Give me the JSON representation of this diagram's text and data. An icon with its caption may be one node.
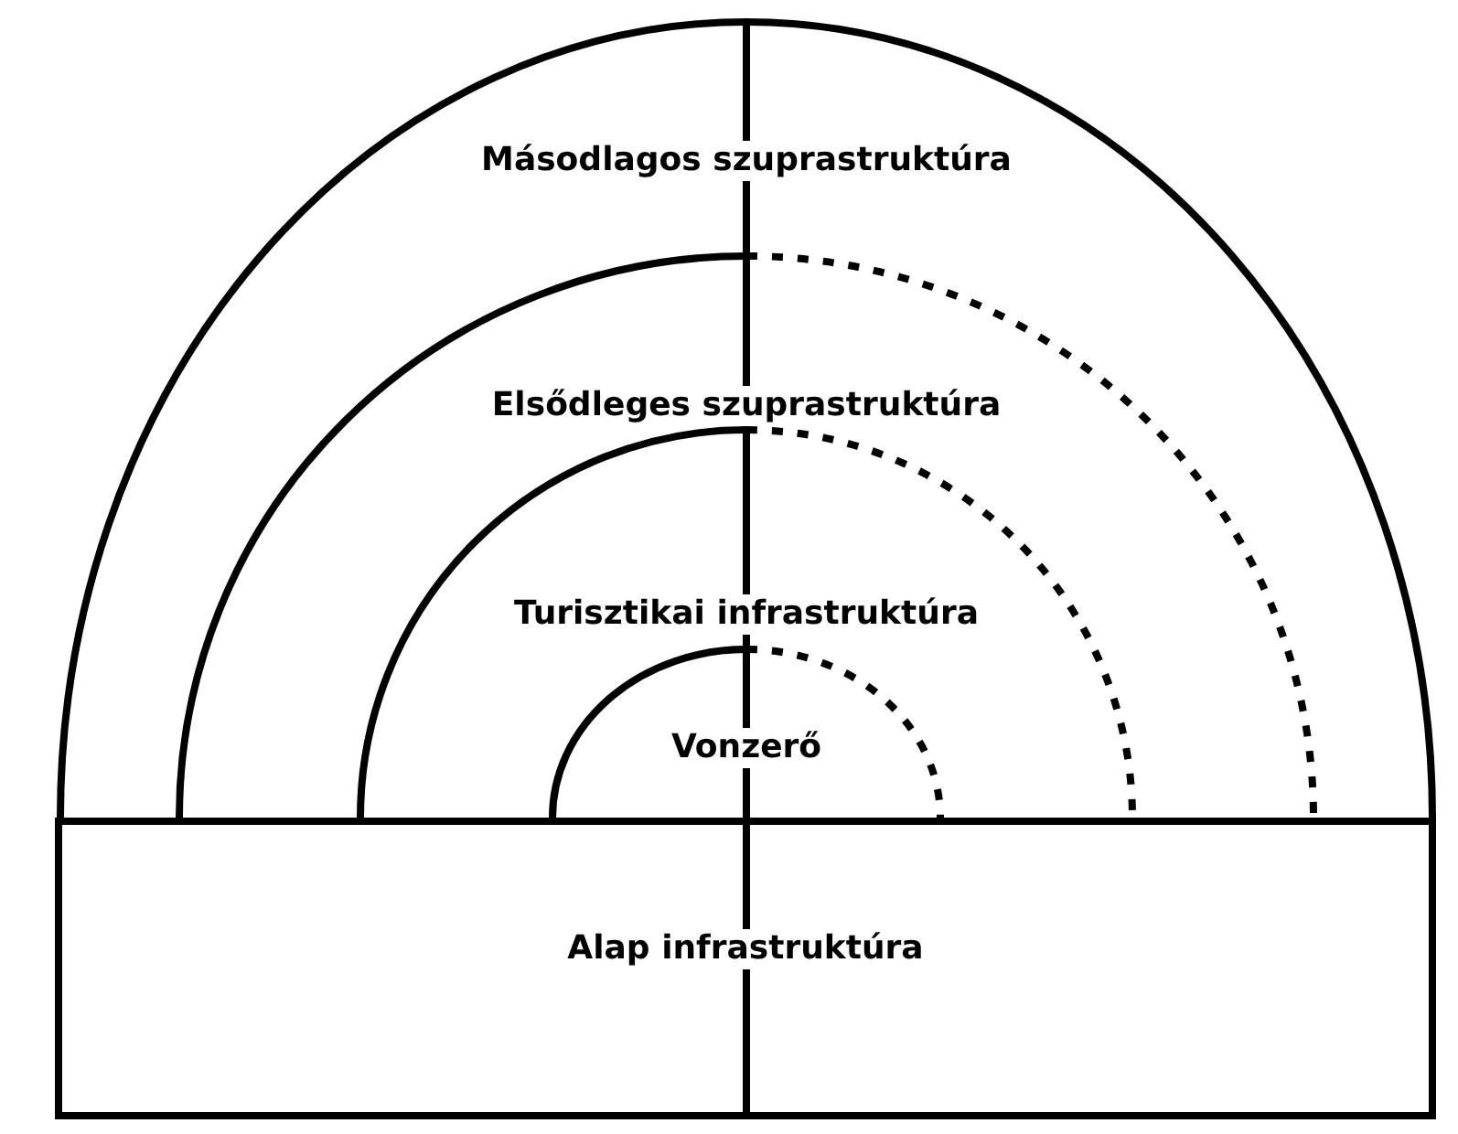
{
  "diagram": {
    "nodes": [
      {
        "text": [
          "Másodlagos szuprastruktúra"
        ]
      },
      {
        "text": [
          "Elsődleges szuprastruktúra"
        ],
        "in": 0
      },
      {
        "text": [
          "Turisztikai infrastruktúra"
        ],
        "in": 1
      },
      {
        "text": [
          "Vonzerő"
        ],
        "in": 2
      },
      {
        "text": [
          "Alap infrastruktúra"
        ]
      }
    ]
  }
}
